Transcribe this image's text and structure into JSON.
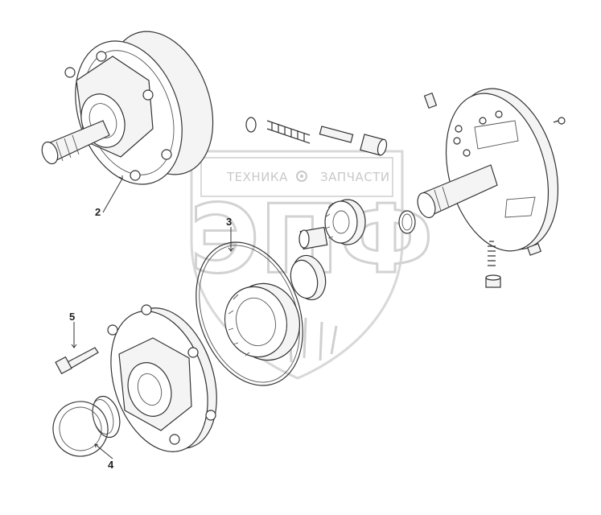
{
  "watermark": {
    "brand_left": "ТЕХНИКА",
    "brand_right": "ЗАПЧАСТИ",
    "logo_letters": "ЭПФ",
    "colors": {
      "watermark": "#c9c9c9",
      "shield": "#d8d8d8"
    }
  },
  "callouts": [
    {
      "id": "2",
      "label": "2"
    },
    {
      "id": "3",
      "label": "3"
    },
    {
      "id": "4",
      "label": "4"
    },
    {
      "id": "5",
      "label": "5"
    }
  ],
  "colors": {
    "line": "#333333",
    "background": "#ffffff"
  }
}
